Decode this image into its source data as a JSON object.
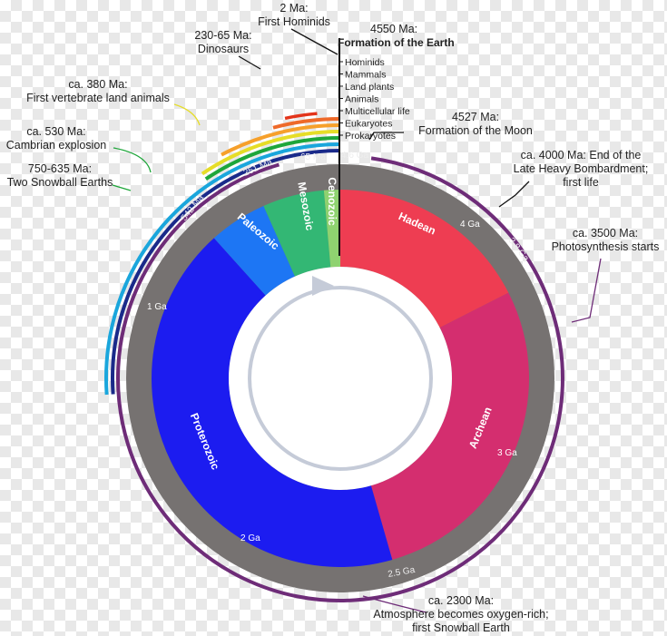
{
  "eras": [
    {
      "label": "Hadean",
      "color": "#ee3d52"
    },
    {
      "label": "Archean",
      "color": "#d42e6f"
    },
    {
      "label": "Proterozoic",
      "color": "#1c1cf0"
    },
    {
      "label": "Paleozoic",
      "color": "#1d76f4"
    },
    {
      "label": "Mesozoic",
      "color": "#33b774"
    },
    {
      "label": "Cenozoic",
      "color": "#8fd270"
    }
  ],
  "ring_labels": [
    "4.6 Ga",
    "3.8 Ga",
    "2.5 Ga",
    "542 Ma",
    "251 Ma",
    "65 Ma"
  ],
  "inner_labels": [
    "4 Ga",
    "3 Ga",
    "2 Ga",
    "1 Ga"
  ],
  "stack": {
    "title": "4550 Ma:",
    "bold_title": "Formation of the Earth",
    "items": [
      "Hominids",
      "Mammals",
      "Land plants",
      "Animals",
      "Multicellular life",
      "Eukaryotes",
      "Prokaryotes"
    ]
  },
  "annotations": {
    "hominids": [
      "2 Ma:",
      "First Hominids"
    ],
    "dinosaurs": [
      "230-65 Ma:",
      "Dinosaurs"
    ],
    "land_animals": [
      "ca. 380 Ma:",
      "First vertebrate land animals"
    ],
    "cambrian": [
      "ca. 530 Ma:",
      "Cambrian explosion"
    ],
    "snowball": [
      "750-635 Ma:",
      "Two Snowball Earths"
    ],
    "moon": [
      "4527 Ma:",
      "Formation of the Moon"
    ],
    "bombardment": [
      "ca. 4000 Ma: End of the",
      "Late Heavy Bombardment;",
      "first life"
    ],
    "photosynthesis": [
      "ca. 3500 Ma:",
      "Photosynthesis starts"
    ],
    "oxygen": [
      "ca. 2300 Ma:",
      "Atmosphere becomes oxygen-rich;",
      "first Snowball Earth"
    ]
  },
  "colors": {
    "ring": "#767271",
    "hominids": "#e3341a",
    "mammals": "#ee6a2a",
    "land_plants": "#f6a02b",
    "animals": "#e6dd27",
    "multicellular": "#1ea63a",
    "eukaryotes": "#1aa6dc",
    "prokaryotes": "#1a2a8a",
    "life": "#6e2c78",
    "arrow": "#c5cbd8"
  }
}
